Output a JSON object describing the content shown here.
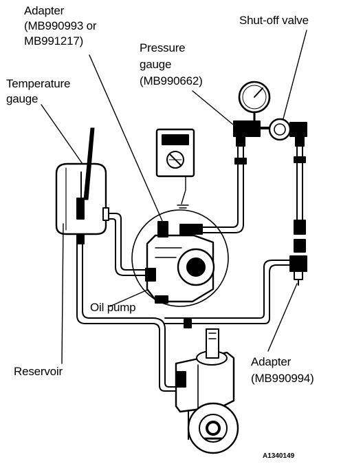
{
  "labels": {
    "adapter_top_l1": "Adapter",
    "adapter_top_l2": "(MB990993 or",
    "adapter_top_l3": "MB991217)",
    "shutoff_valve": "Shut-off valve",
    "pressure_l1": "Pressure",
    "pressure_l2": "gauge",
    "pressure_l3": "(MB990662)",
    "temperature_l1": "Temperature",
    "temperature_l2": "gauge",
    "oil_pump": "Oil pump",
    "reservoir": "Reservoir",
    "adapter_bottom_l1": "Adapter",
    "adapter_bottom_l2": "(MB990994)",
    "figure_code": "A1340149"
  },
  "components": [
    "reservoir-icon",
    "thermometer-icon",
    "multimeter-icon",
    "oil-pump-icon",
    "pressure-gauge-icon",
    "shutoff-valve-icon",
    "steering-gear-icon",
    "hose-lines"
  ],
  "colors": {
    "ink": "#000000",
    "background": "#ffffff"
  }
}
